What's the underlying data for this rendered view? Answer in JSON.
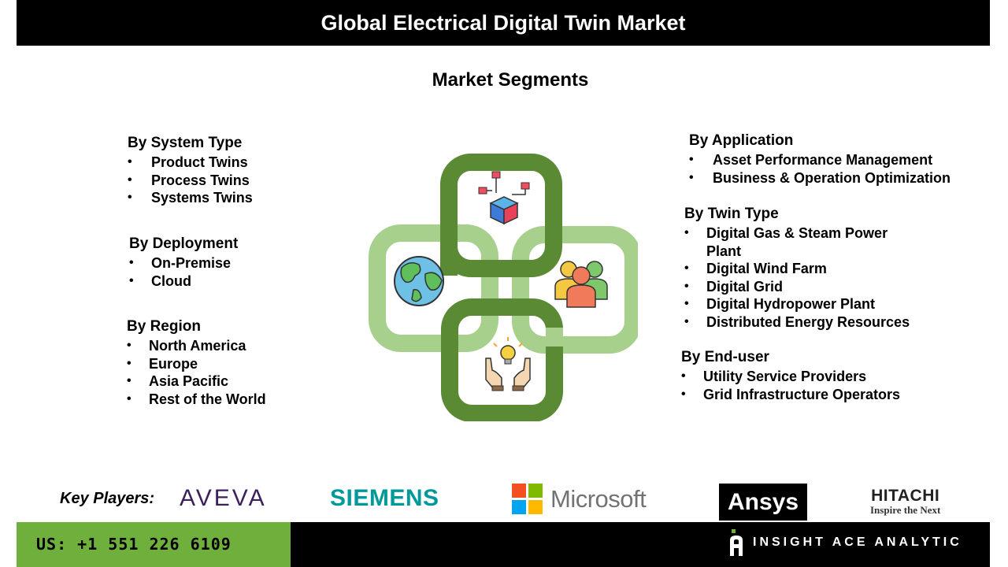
{
  "header": {
    "title": "Global Electrical Digital Twin Market"
  },
  "subtitle": "Market Segments",
  "segments_left": [
    {
      "heading": "By System Type",
      "items": [
        "Product Twins",
        "Process Twins",
        "Systems Twins"
      ]
    },
    {
      "heading": "By Deployment",
      "items": [
        "On-Premise",
        "Cloud"
      ]
    },
    {
      "heading": "By Region",
      "items": [
        "North America",
        "Europe",
        "Asia Pacific",
        "Rest of the World"
      ]
    }
  ],
  "segments_right": [
    {
      "heading": "By Application",
      "items": [
        "Asset Performance Management",
        "Business & Operation Optimization"
      ]
    },
    {
      "heading": "By Twin Type",
      "items": [
        "Digital Gas & Steam Power Plant",
        "Digital Wind Farm",
        "Digital Grid",
        "Digital Hydropower Plant",
        "Distributed Energy Resources"
      ]
    },
    {
      "heading": "By End-user",
      "items": [
        "Utility Service Providers",
        "Grid Infrastructure Operators"
      ]
    }
  ],
  "center_icons": [
    "cube-network-icon",
    "globe-icon",
    "people-group-icon",
    "lightbulb-hands-icon"
  ],
  "colors": {
    "dark_green": "#5a8a34",
    "light_green": "#a8d08d",
    "footer_green": "#6fb03d"
  },
  "key_players": {
    "label": "Key Players:",
    "logos": {
      "aveva": "AVEVA",
      "siemens": "SIEMENS",
      "microsoft": "Microsoft",
      "ansys": "Ansys",
      "hitachi": "HITACHI",
      "hitachi_tagline": "Inspire the Next"
    }
  },
  "footer": {
    "phone": "US: +1 551 226 6109",
    "brand": "INSIGHT ACE ANALYTIC"
  }
}
